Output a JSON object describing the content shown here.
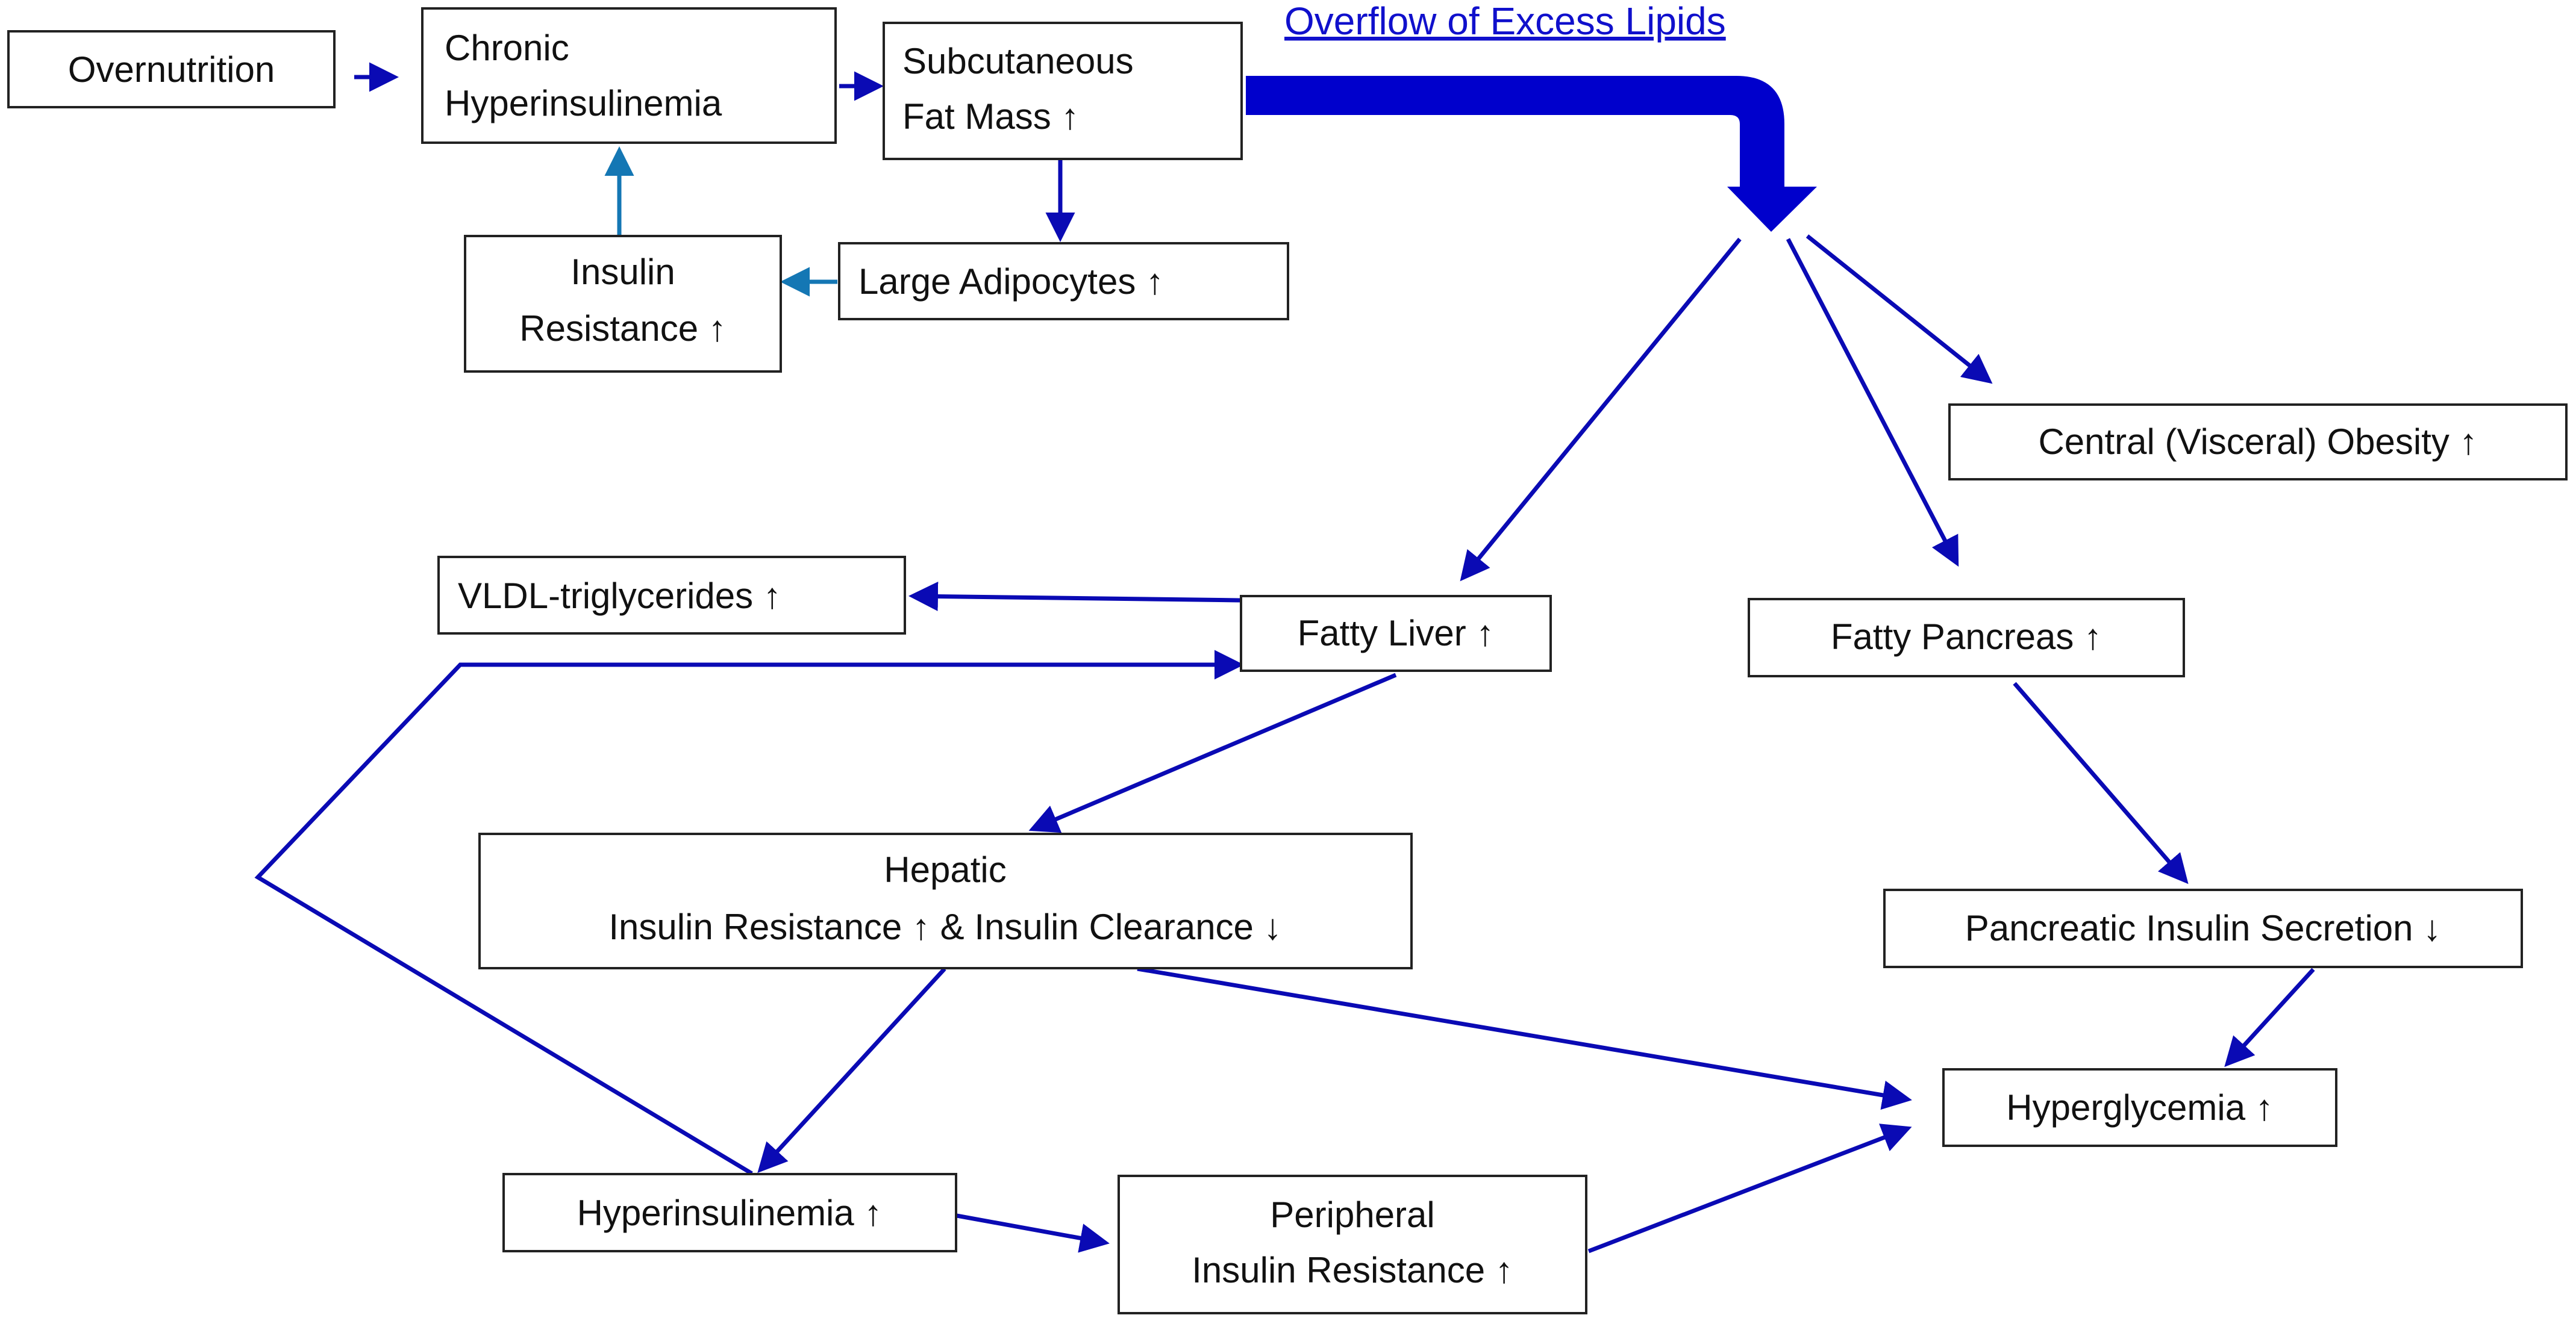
{
  "title": "Overflow of Excess Lipids",
  "colors": {
    "arrow": "#0a0ab4",
    "feedback_arrow": "#1477b4",
    "big_arrow": "#0000cc",
    "title": "#1010cc",
    "box_border": "#222222"
  },
  "nodes": {
    "overnutrition": {
      "lines": [
        "Overnutrition"
      ]
    },
    "chronic_hyper": {
      "lines": [
        "Chronic",
        "Hyperinsulinemia"
      ]
    },
    "subcut": {
      "lines": [
        "Subcutaneous",
        "Fat Mass ↑"
      ]
    },
    "insulin_res": {
      "lines": [
        "Insulin",
        "Resistance ↑"
      ]
    },
    "large_adipo": {
      "lines": [
        "Large Adipocytes  ↑"
      ]
    },
    "central": {
      "lines": [
        "Central (Visceral) Obesity ↑"
      ]
    },
    "vldl": {
      "lines": [
        "VLDL-triglycerides ↑"
      ]
    },
    "fatty_liver": {
      "lines": [
        "Fatty Liver  ↑"
      ]
    },
    "fatty_pancreas": {
      "lines": [
        "Fatty Pancreas ↑"
      ]
    },
    "hepatic": {
      "lines": [
        "Hepatic",
        "Insulin Resistance ↑ & Insulin Clearance ↓"
      ]
    },
    "pancreatic": {
      "lines": [
        "Pancreatic Insulin Secretion ↓"
      ]
    },
    "hyperglycemia": {
      "lines": [
        "Hyperglycemia ↑"
      ]
    },
    "hyperinsulinemia": {
      "lines": [
        "Hyperinsulinemia ↑"
      ]
    },
    "peripheral": {
      "lines": [
        "Peripheral",
        "Insulin Resistance ↑"
      ]
    }
  }
}
